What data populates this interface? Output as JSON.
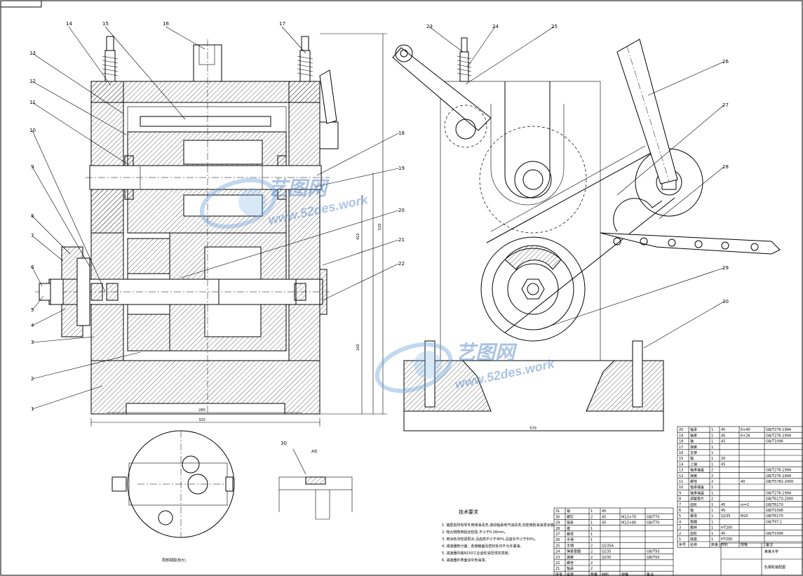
{
  "parts": [
    {
      "id": "1",
      "text": "1"
    },
    {
      "id": "2",
      "text": "2"
    },
    {
      "id": "3",
      "text": "3"
    },
    {
      "id": "4",
      "text": "4"
    },
    {
      "id": "5",
      "text": "5"
    },
    {
      "id": "6",
      "text": "6"
    },
    {
      "id": "7",
      "text": "7"
    },
    {
      "id": "8",
      "text": "8"
    },
    {
      "id": "9",
      "text": "9"
    },
    {
      "id": "10",
      "text": "10"
    },
    {
      "id": "11",
      "text": "11"
    },
    {
      "id": "12",
      "text": "12"
    },
    {
      "id": "13",
      "text": "13"
    },
    {
      "id": "14",
      "text": "14"
    },
    {
      "id": "15",
      "text": "15"
    },
    {
      "id": "16",
      "text": "16"
    },
    {
      "id": "17",
      "text": "17"
    },
    {
      "id": "18",
      "text": "18"
    },
    {
      "id": "19",
      "text": "19"
    },
    {
      "id": "20",
      "text": "20"
    },
    {
      "id": "21",
      "text": "21"
    },
    {
      "id": "22",
      "text": "22"
    },
    {
      "id": "23",
      "text": "23"
    },
    {
      "id": "24",
      "text": "24"
    },
    {
      "id": "25",
      "text": "25"
    },
    {
      "id": "26",
      "text": "26"
    },
    {
      "id": "27",
      "text": "27"
    },
    {
      "id": "28",
      "text": "28"
    },
    {
      "id": "29",
      "text": "29"
    },
    {
      "id": "30",
      "text": "30"
    }
  ],
  "detail_label": "30",
  "detail_tag": "A向",
  "dims": {
    "front_width_1": "280",
    "front_width_2": "320",
    "side_width": "570",
    "height_1": "160",
    "height_2": "410",
    "height_3": "520"
  },
  "watermark": {
    "brand": "艺图网",
    "url": "www.52des.work"
  },
  "tech_requirements": {
    "title": "技术要求",
    "items": [
      "1. 装配前所有零件用煤油清洗,滚动轴承用汽油清洗,内腔用耐油油漆涂装。",
      "2. 啮合侧隙用铅丝检验,不小于0.16mm。",
      "3. 用涂色法检验斑点,沿齿高不小于40%,沿齿长不小于50%。",
      "4. 减速器剖分面、各接触面及密封处均不允许漏油。",
      "5. 减速器内装N150工业齿轮油至规定高度。",
      "6. 减速器外表面涂灰色油漆。"
    ]
  },
  "view_caption": "局部视图(放大)",
  "bom_top": [
    [
      "20",
      "轴承",
      "1",
      "45",
      "6×40",
      "GB/T276-1994"
    ],
    [
      "19",
      "轴承",
      "1",
      "45",
      "6×26",
      "GB/T276-1994"
    ],
    [
      "18",
      "轴",
      "1",
      "45",
      "",
      "GB/T1096"
    ],
    [
      "17",
      "弹簧",
      "1",
      "",
      "",
      ""
    ],
    [
      "16",
      "支架",
      "1",
      "",
      "",
      ""
    ],
    [
      "15",
      "轴",
      "1",
      "20",
      "",
      ""
    ],
    [
      "14",
      "上轴",
      "1",
      "45",
      "",
      ""
    ],
    [
      "13",
      "轴承端盖",
      "2",
      "",
      "",
      "GB/T276-1994"
    ],
    [
      "12",
      "弹簧",
      "2",
      "",
      "",
      "GB/T276-1994"
    ],
    [
      "11",
      "螺栓",
      "2",
      "",
      "40",
      "GB/T5782-2000"
    ],
    [
      "10",
      "轴承端盖",
      "1",
      "",
      "",
      ""
    ],
    [
      "9",
      "轴承端盖",
      "1",
      "",
      "",
      "GB/T276-1994"
    ],
    [
      "8",
      "调整垫片",
      "2",
      "",
      "",
      "GB/T6170-2000"
    ],
    [
      "7",
      "齿轮",
      "1",
      "45",
      "m=2",
      "GB/T6170"
    ],
    [
      "6",
      "轴",
      "1",
      "45",
      "",
      "GB/T1096"
    ],
    [
      "5",
      "螺母",
      "1",
      "Q235",
      "M20",
      "GB/T6170"
    ],
    [
      "4",
      "垫圈",
      "1",
      "",
      "",
      "GB/T97.1"
    ],
    [
      "3",
      "箱体",
      "1",
      "HT200",
      "",
      ""
    ],
    [
      "2",
      "齿轮",
      "1",
      "45",
      "",
      "GB/T1096"
    ],
    [
      "1",
      "底座",
      "1",
      "HT200",
      "",
      ""
    ]
  ],
  "bom_bottom": [
    [
      "31",
      "销",
      "1",
      "45",
      "",
      ""
    ],
    [
      "30",
      "螺钉",
      "2",
      "45",
      "M12×70",
      "GB/T70"
    ],
    [
      "29",
      "链条",
      "1",
      "45",
      "M12×80",
      "GB/T70"
    ],
    [
      "28",
      "键",
      "1",
      "",
      "",
      ""
    ],
    [
      "27",
      "螺母",
      "1",
      "",
      "",
      ""
    ],
    [
      "26",
      "手柄",
      "1",
      "",
      "",
      ""
    ],
    [
      "25",
      "手柄",
      "2",
      "Q235A",
      "",
      ""
    ],
    [
      "24",
      "弹簧垫圈",
      "2",
      "Q235",
      "",
      "GB/T93"
    ],
    [
      "23",
      "弹簧",
      "2",
      "Q235",
      "",
      "GB/T93"
    ],
    [
      "22",
      "螺栓",
      "2",
      "",
      "",
      ""
    ],
    [
      "21",
      "轴承",
      "2",
      "",
      "",
      ""
    ]
  ],
  "bom_header": [
    "序号",
    "名称",
    "数量",
    "材料",
    "规格",
    "备注"
  ],
  "title_block": {
    "school": "某某大学",
    "drawing_name": "轧钢机装配图"
  }
}
